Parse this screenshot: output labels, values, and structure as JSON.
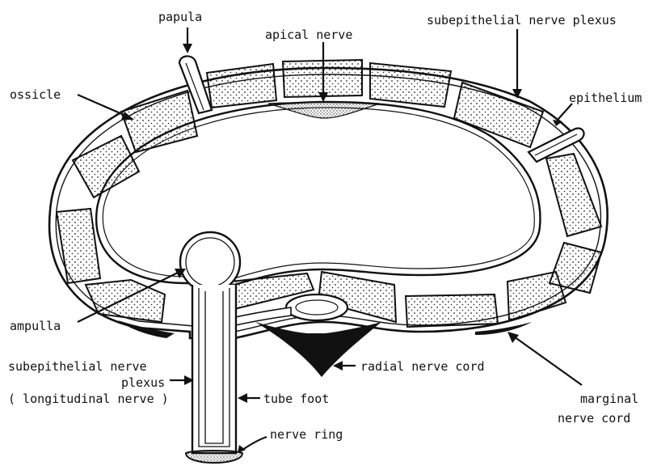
{
  "labels": {
    "papula": "papula",
    "apical_nerve": "apical nerve",
    "subepithelial_nerve_plexus_top": "subepithelial nerve plexus",
    "epithelium": "epithelium",
    "ossicle": "ossicle",
    "ampulla": "ampulla",
    "radial_nerve_cord": "radial nerve cord",
    "subepithelial_nerve_plexus_left_line1": "subepithelial nerve",
    "subepithelial_nerve_plexus_left_line2": "plexus",
    "subepithelial_nerve_plexus_left_line3": "( longitudinal nerve )",
    "tube_foot": "tube foot",
    "nerve_ring": "nerve ring",
    "marginal_nerve_cord_line1": "marginal",
    "marginal_nerve_cord_line2": "nerve cord"
  },
  "colors": {
    "ink": "#111111",
    "ossicle_fill": "#ffffff",
    "nerve_fill": "#111111",
    "background": "#ffffff"
  }
}
